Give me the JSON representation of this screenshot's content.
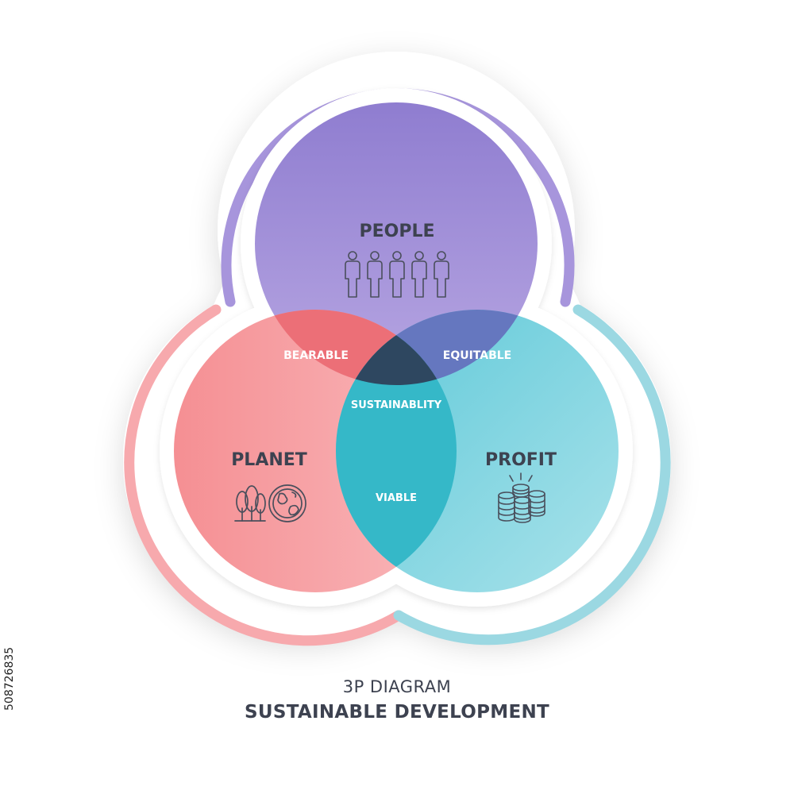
{
  "diagram": {
    "circles": [
      {
        "id": "people",
        "label": "PEOPLE",
        "icon": "people-group-icon",
        "fill_top": "#8f7dd0",
        "fill_bottom": "#b7a6e2",
        "rim": "#a795dc"
      },
      {
        "id": "planet",
        "label": "PLANET",
        "icon": "trees-and-globe-icon",
        "fill_top": "#f58f93",
        "fill_bottom": "#f9b8bb",
        "rim": "#f7a9ad"
      },
      {
        "id": "profit",
        "label": "PROFIT",
        "icon": "coin-stacks-icon",
        "fill_top": "#5cc8d8",
        "fill_bottom": "#a9e2ea",
        "rim": "#9bd8e2"
      }
    ],
    "overlaps": {
      "people_planet": "BEARABLE",
      "people_profit": "EQUITABLE",
      "planet_profit": "VIABLE",
      "center": "SUSTAINABLITY"
    },
    "overlap_colors": {
      "people_planet": "#ec6f77",
      "people_profit": "#6577bf",
      "planet_profit": "#35b8c8",
      "center": "#2e4760"
    },
    "label_color": "#3d4250",
    "icon_color": "#4a4f5c"
  },
  "caption": {
    "subtitle": "3P DIAGRAM",
    "title": "SUSTAINABLE DEVELOPMENT"
  },
  "stock_id": "508726835"
}
